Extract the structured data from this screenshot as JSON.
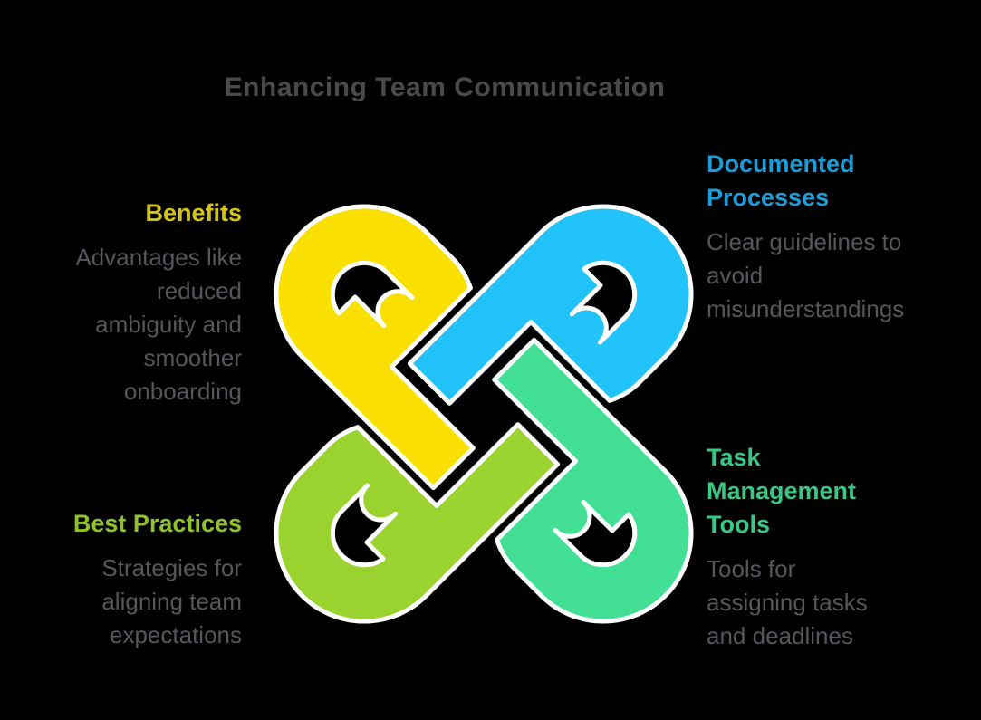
{
  "title": {
    "text": "Enhancing Team Communication",
    "color": "#4a4a4a"
  },
  "background_color": "#000000",
  "body_text_color": "#56565c",
  "sections": [
    {
      "id": "benefits",
      "label": "Benefits",
      "label_color": "#d6c413",
      "body": "Advantages like\nreduced\nambiguity and\nsmoother\nonboarding"
    },
    {
      "id": "documented-processes",
      "label": "Documented\nProcesses",
      "label_color": "#1e9cd7",
      "body": "Clear guidelines to\navoid\nmisunderstandings"
    },
    {
      "id": "best-practices",
      "label": "Best Practices",
      "label_color": "#8fc12a",
      "body": "Strategies for\naligning team\nexpectations"
    },
    {
      "id": "task-management-tools",
      "label": "Task\nManagement\nTools",
      "label_color": "#39c783",
      "body": "Tools for\nassigning tasks\nand deadlines"
    }
  ],
  "knot": {
    "description": "four interlocking hook shapes",
    "outline_color": "#ffffff",
    "colors": {
      "yellow": "#f9e000",
      "blue": "#22c2fa",
      "green": "#43df95",
      "lime": "#9ad32f"
    }
  }
}
